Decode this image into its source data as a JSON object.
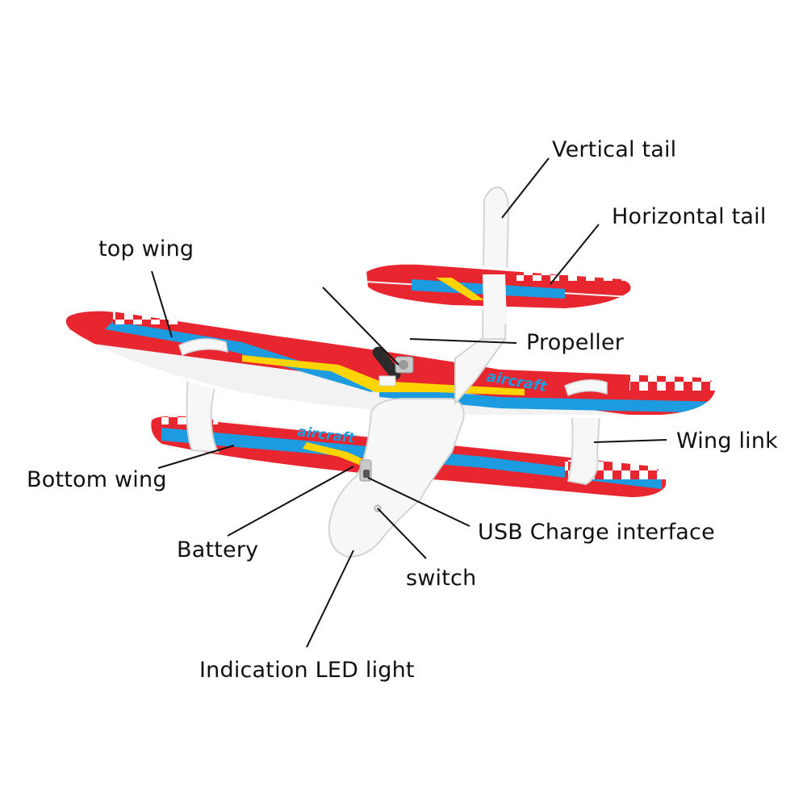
{
  "labels": {
    "vertical_tail": "Vertical tail",
    "horizontal_tail": "Horizontal tail",
    "top_wing": "top wing",
    "propeller": "Propeller",
    "wing_link": "Wing link",
    "bottom_wing": "Bottom wing",
    "usb_charge": "USB Charge interface",
    "battery": "Battery",
    "switch": "switch",
    "led": "Indication LED light"
  },
  "wing_text": "aircraft",
  "colors": {
    "wing_red": "#e8262f",
    "stripe_blue": "#1d9be0",
    "stripe_yellow": "#ffd400",
    "foam_white": "#f7f7f7",
    "leader_line": "#111111"
  }
}
